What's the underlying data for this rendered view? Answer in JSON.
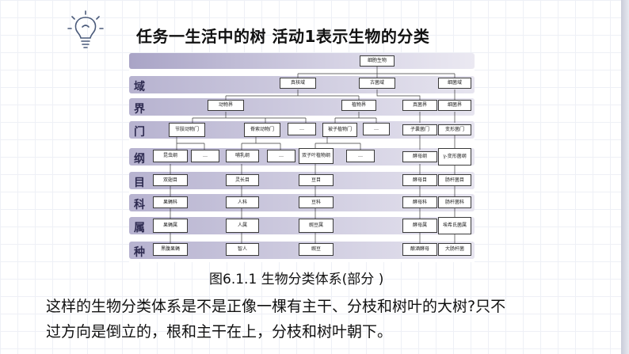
{
  "slide": {
    "title": "任务一生活中的树 活动1表示生物的分类",
    "caption": "图6.1.1 生物分类体系(部分 )",
    "paragraph_lines": [
      "这样的生物分类体系是不是正像一棵有主干、分枝和树叶的大树?只不",
      "过方向是倒立的，根和主干在上，分枝和树叶朝下。"
    ]
  },
  "diagram": {
    "ranks": [
      "域",
      "界",
      "门",
      "纲",
      "目",
      "科",
      "属",
      "种"
    ],
    "root": "细胞生物",
    "domains": [
      "真核域",
      "古菌域",
      "细菌域"
    ],
    "kingdoms": [
      "动物界",
      "植物界",
      "真菌界",
      "细菌界"
    ],
    "phyla": [
      "节肢动物门",
      "脊索动物门",
      "…",
      "被子植物门",
      "…",
      "子囊菌门",
      "变形菌门"
    ],
    "classes": [
      "昆虫纲",
      "…",
      "哺乳纲",
      "…",
      "双子叶植物纲",
      "…",
      "酵母纲",
      "γ-变形菌纲"
    ],
    "orders": [
      "双翅目",
      "灵长目",
      "豆目",
      "酵母目",
      "肠杆菌目"
    ],
    "families": [
      "果蝇科",
      "人科",
      "豆科",
      "酵母科",
      "肠杆菌科"
    ],
    "genera": [
      "果蝇属",
      "人属",
      "豌豆属",
      "酵母属",
      "埃希氏菌属"
    ],
    "species": [
      "黑腹果蝇",
      "智人",
      "豌豆",
      "酿酒酵母",
      "大肠杆菌"
    ]
  },
  "colors": {
    "band_dark": "#b7b3d0",
    "band_light": "#e4e2ee",
    "rank_text": "#2d2a50"
  }
}
